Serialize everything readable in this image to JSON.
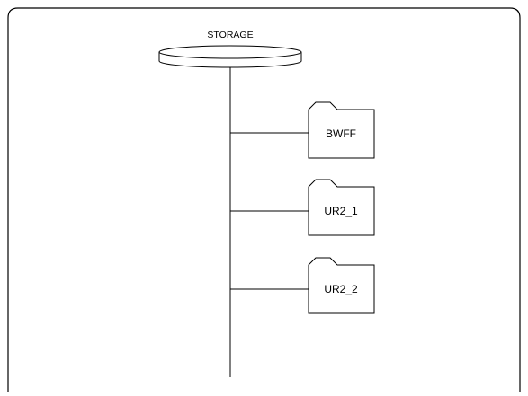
{
  "diagram": {
    "storage": {
      "label": "STORAGE"
    },
    "folders": [
      {
        "label": "BWFF"
      },
      {
        "label": "UR2_1"
      },
      {
        "label": "UR2_2"
      }
    ]
  }
}
